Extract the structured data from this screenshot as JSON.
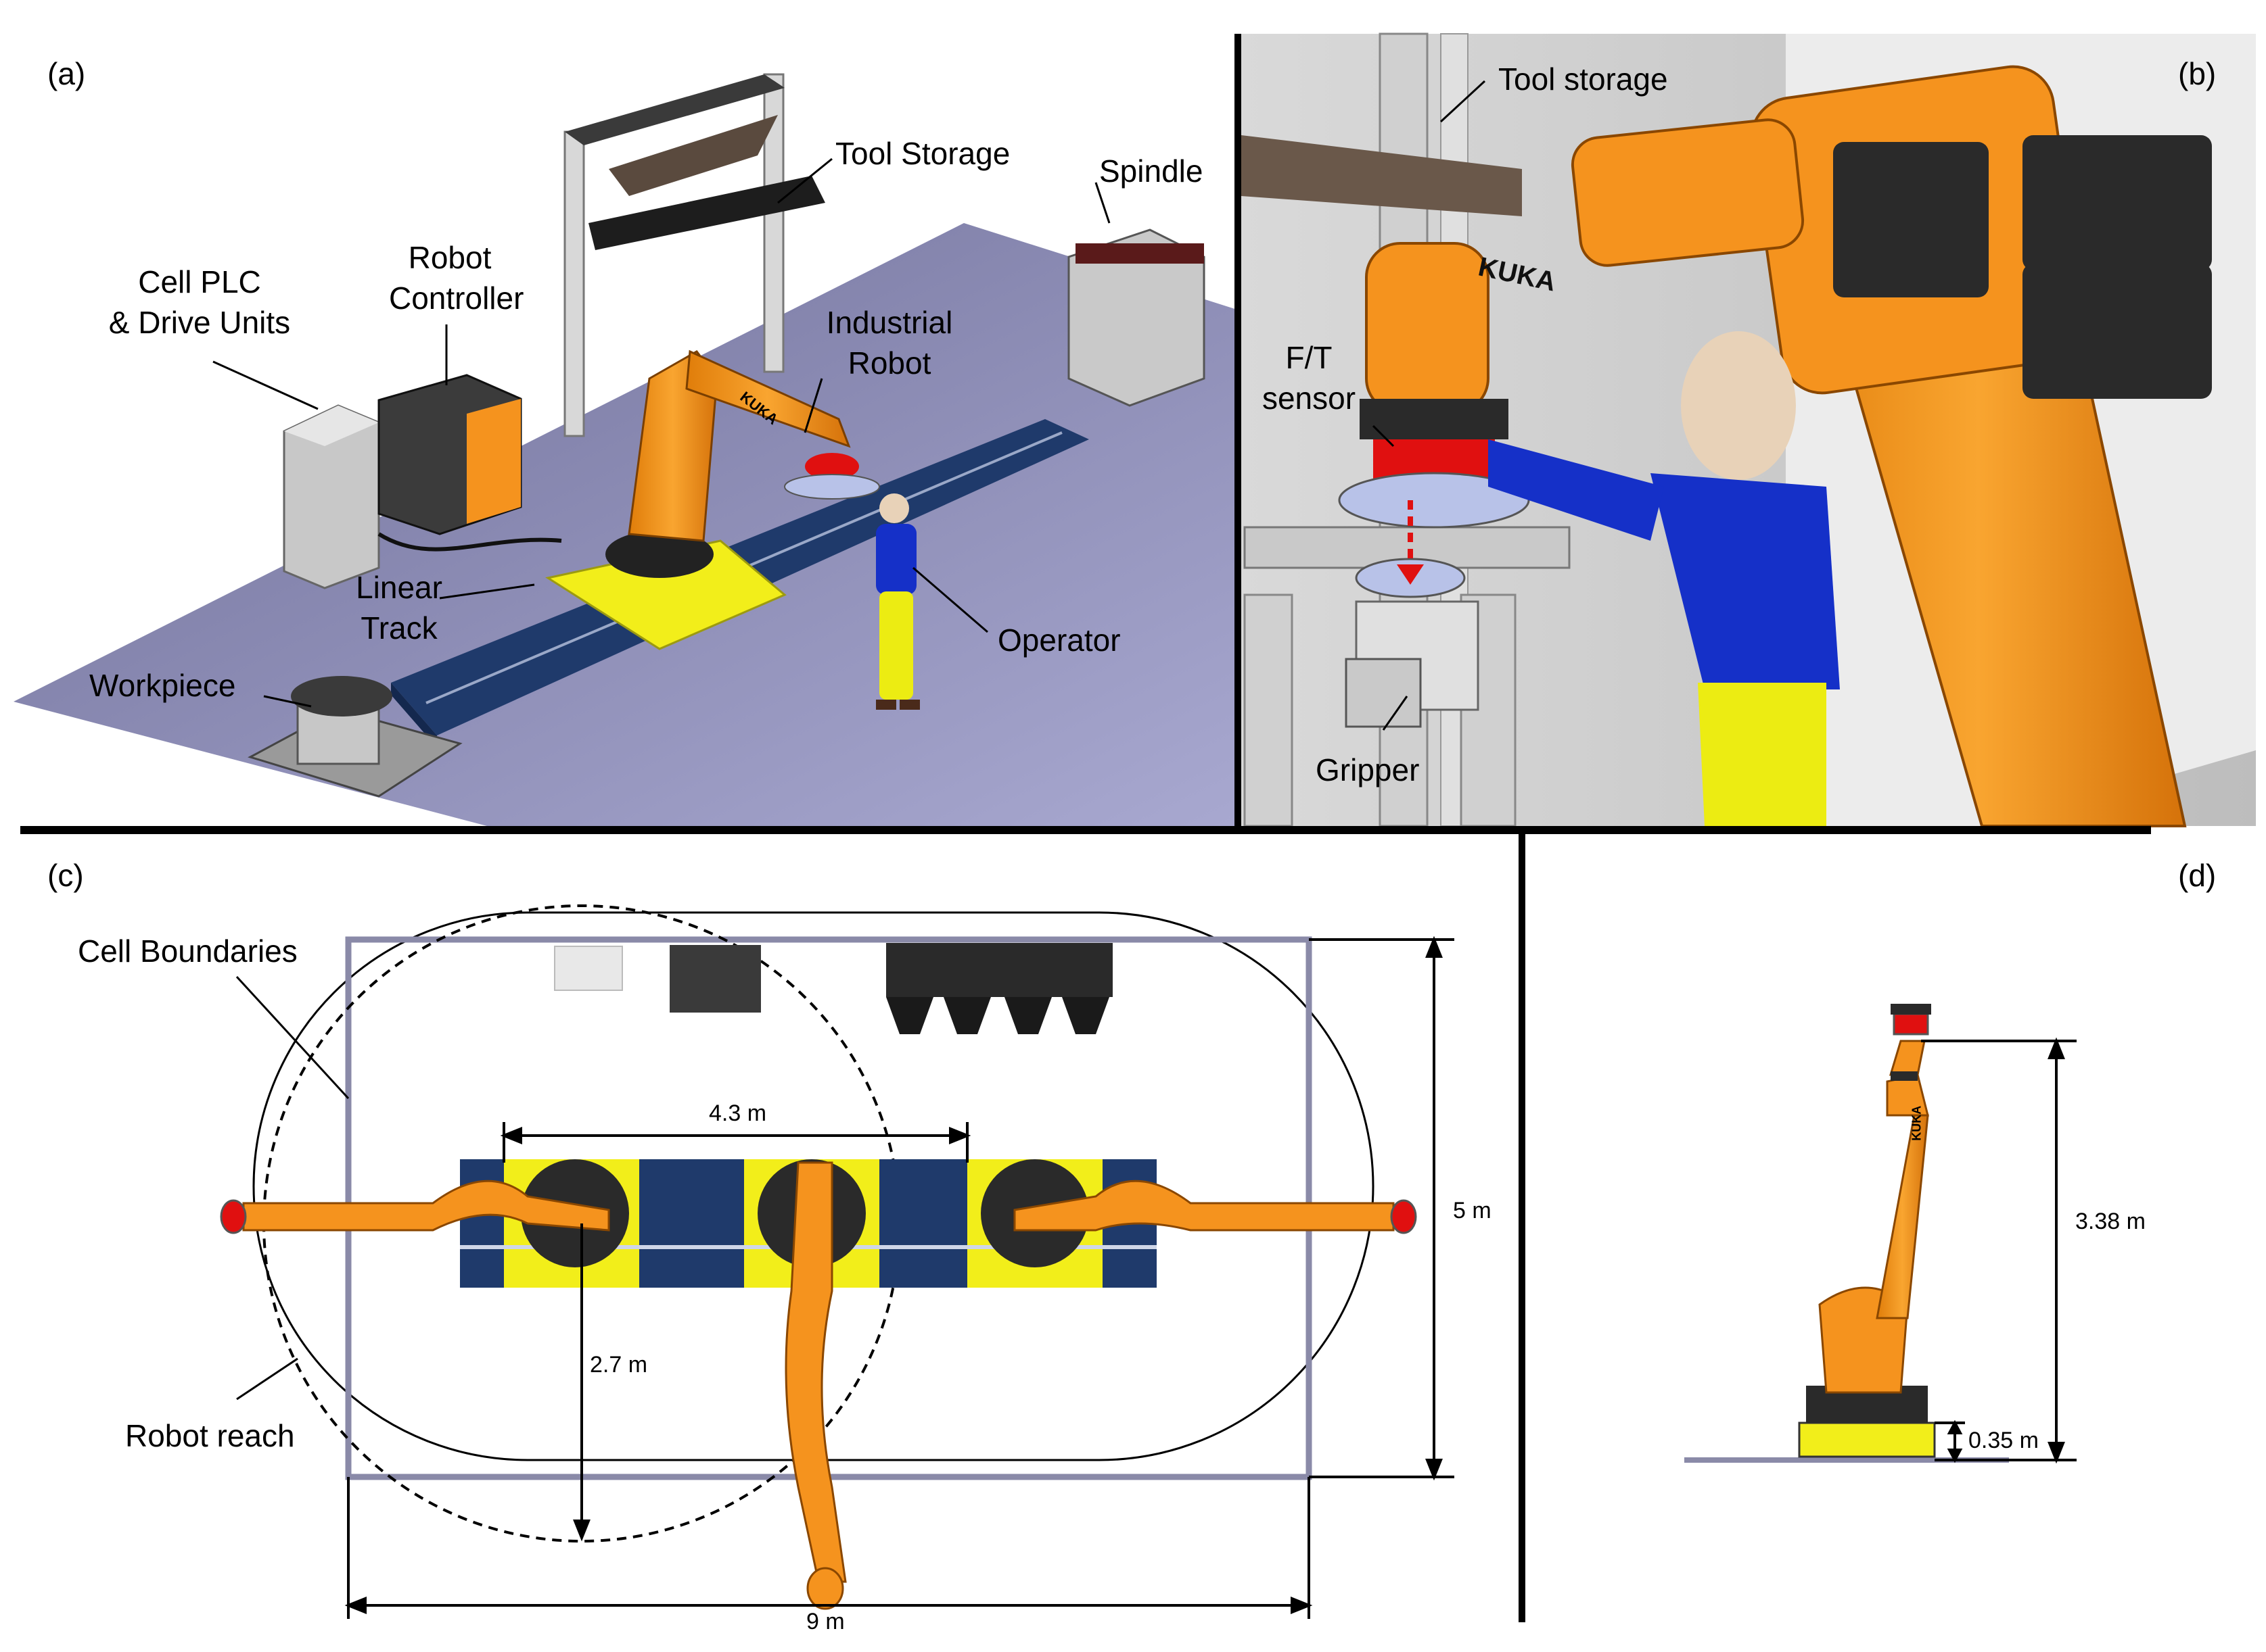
{
  "panels": {
    "a": {
      "tag": "(a)"
    },
    "b": {
      "tag": "(b)"
    },
    "c": {
      "tag": "(c)"
    },
    "d": {
      "tag": "(d)"
    }
  },
  "panel_a": {
    "tool_storage": "Tool Storage",
    "spindle": "Spindle",
    "robot_controller": [
      "Robot",
      "Controller"
    ],
    "cell_plc": [
      "Cell PLC",
      "& Drive Units"
    ],
    "industrial_robot": [
      "Industrial",
      "Robot"
    ],
    "linear_track": [
      "Linear",
      "Track"
    ],
    "workpiece": "Workpiece",
    "operator": "Operator",
    "robot_brand": "KUKA"
  },
  "panel_b": {
    "tool_storage": "Tool storage",
    "ft_sensor": [
      "F/T",
      "sensor"
    ],
    "gripper": "Gripper",
    "robot_brand": "KUKA"
  },
  "panel_c": {
    "cell_boundaries": "Cell Boundaries",
    "robot_reach": "Robot reach",
    "dim_track": "4.3 m",
    "dim_reach": "2.7 m",
    "dim_height": "5 m",
    "dim_width": "9 m"
  },
  "panel_d": {
    "dim_robot_height": "3.38 m",
    "dim_base_height": "0.35 m",
    "robot_brand": "KUKA"
  },
  "colors": {
    "robot_orange": "#f5931e",
    "track_blue": "#1f3a6b",
    "carriage_yellow": "#f2ee1a",
    "floor_purple": "#7a7aa0",
    "operator_blue": "#1530c8",
    "operator_yellow": "#ecec12",
    "boundary_gray": "#8a8aa8"
  }
}
